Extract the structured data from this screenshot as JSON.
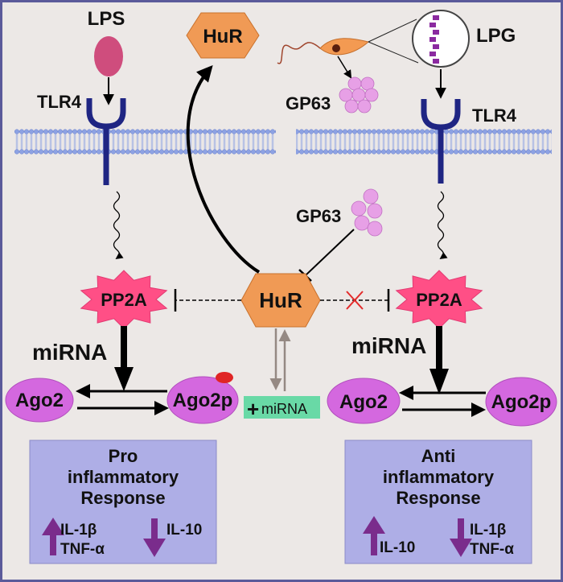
{
  "colors": {
    "background": "#ece8e6",
    "border": "#5b5a9a",
    "membrane": "#8da2e3",
    "receptor": "#1f2583",
    "hur_fill": "#f09a55",
    "pp2a_fill": "#ff4f86",
    "ago_fill": "#d468df",
    "gp63_fill": "#e7a0e6",
    "lps_fill": "#cf4d7d",
    "lpg_dot": "#8b2aa0",
    "phospho": "#e02525",
    "box_fill": "#aeaee6",
    "mirna_box": "#69d9a6",
    "arrow_purple": "#7a2c8c",
    "inhibit_red": "#e32b2b",
    "gray_arrow": "#958983"
  },
  "labels": {
    "lps": "LPS",
    "lpg": "LPG",
    "tlr4_left": "TLR4",
    "tlr4_right": "TLR4",
    "hur_top": "HuR",
    "hur_center": "HuR",
    "gp63_top": "GP63",
    "gp63_mid": "GP63",
    "pp2a_left": "PP2A",
    "pp2a_right": "PP2A",
    "mirna_left": "miRNA",
    "mirna_right": "miRNA",
    "ago2_left": "Ago2",
    "ago2p_left": "Ago2p",
    "ago2_right": "Ago2",
    "ago2p_right": "Ago2p",
    "plus": "+",
    "mirna_small": "miRNA"
  },
  "left_box": {
    "line1": "Pro",
    "line2": "inflammatory",
    "line3": "Response",
    "up_1": "IL-1β",
    "up_2": "TNF-α",
    "down_1": "IL-10"
  },
  "right_box": {
    "line1": "Anti",
    "line2": "inflammatory",
    "line3": "Response",
    "up_1": "IL-10",
    "down_1": "IL-1β",
    "down_2": "TNF-α"
  }
}
